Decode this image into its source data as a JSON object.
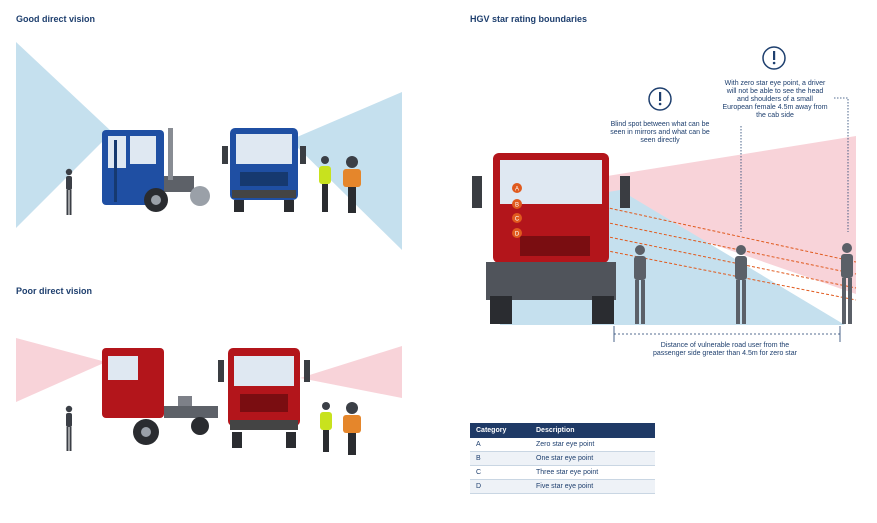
{
  "sections": {
    "good_title": "Good direct vision",
    "poor_title": "Poor direct vision",
    "hgv_title": "HGV star rating boundaries"
  },
  "annotations": {
    "blind_spot": "Blind spot between what can be seen in mirrors and what can be seen directly",
    "zero_star": "With zero star eye point, a driver will not be able to see the head and shoulders of a small European female 4.5m away from the cab side",
    "distance": "Distance of vulnerable road user from the passenger side greater than 4.5m for zero star"
  },
  "eye_points": [
    "A",
    "B",
    "C",
    "D"
  ],
  "table": {
    "headers": [
      "Category",
      "Description"
    ],
    "rows": [
      {
        "category": "A",
        "description": "Zero star eye point"
      },
      {
        "category": "B",
        "description": "One star eye point"
      },
      {
        "category": "C",
        "description": "Three star eye point"
      },
      {
        "category": "D",
        "description": "Five star eye point"
      }
    ]
  },
  "colors": {
    "good_cab": "#1f4fa3",
    "poor_cab": "#b3151b",
    "vision_blue": "#c5e0ee",
    "vision_pink": "#f8d3d9",
    "sight_line": "#e05a1e",
    "text_navy": "#1e3f6e"
  }
}
